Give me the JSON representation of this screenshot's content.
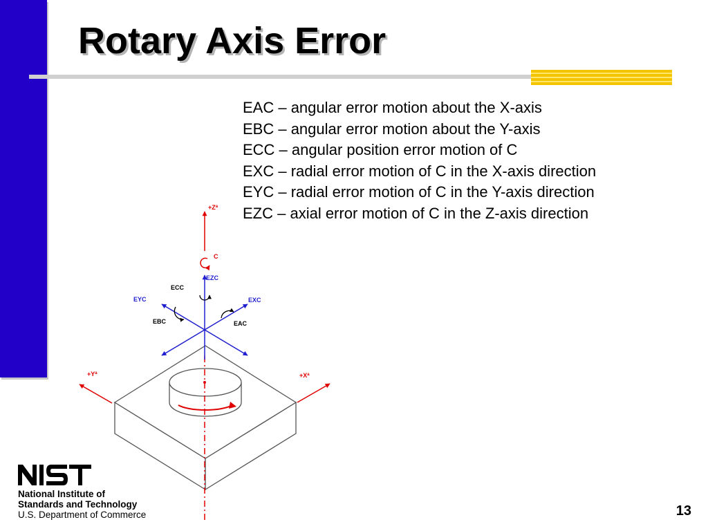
{
  "slide": {
    "title": "Rotary Axis Error",
    "page_number": "13"
  },
  "definitions": [
    "EAC – angular error motion about the X-axis",
    "EBC – angular error motion about the Y-axis",
    "ECC – angular position error motion of C",
    "EXC – radial error motion of C in the X-axis direction",
    "EYC – radial error motion of C in the Y-axis direction",
    "EZC – axial error motion of C in the Z-axis direction"
  ],
  "diagram": {
    "labels": {
      "z_plus": "+Z",
      "y_plus": "+Y",
      "x_plus": "+X",
      "superscript": "a",
      "c": "C",
      "ezc": "EZC",
      "ecc": "ECC",
      "eyc": "EYC",
      "exc": "EXC",
      "ebc": "EBC",
      "eac": "EAC"
    },
    "colors": {
      "machine_axes": "#e00000",
      "error_axes": "#2020d0",
      "table_outline": "#555555"
    }
  },
  "footer": {
    "logo_text": "NIST",
    "line1": "National Institute of",
    "line2": "Standards and Technology",
    "line3": "U.S. Department of Commerce"
  }
}
